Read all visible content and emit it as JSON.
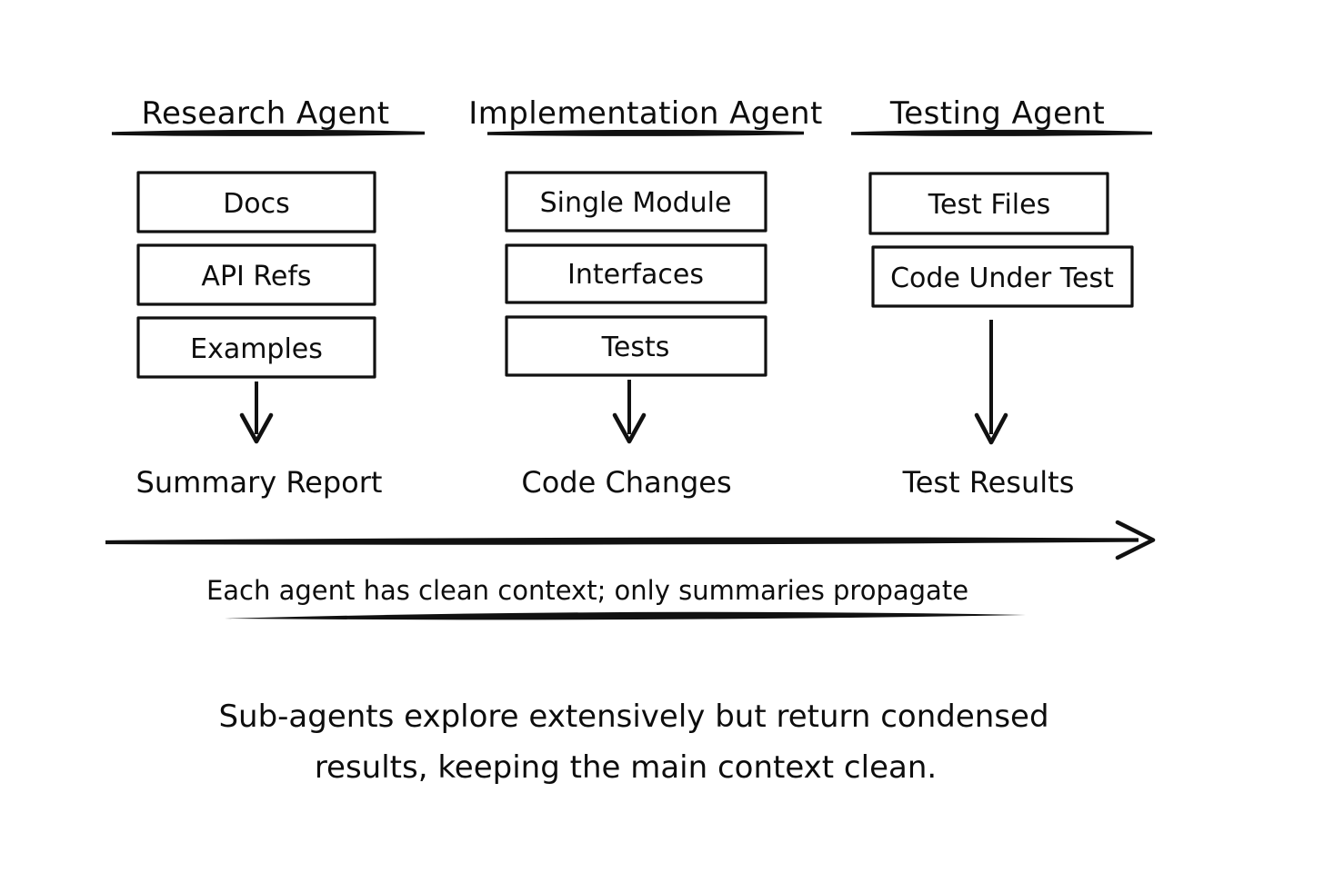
{
  "diagram": {
    "background_color": "#ffffff",
    "ink_color": "#111111",
    "columns": [
      {
        "title": "Research Agent",
        "boxes": [
          "Docs",
          "API Refs",
          "Examples"
        ],
        "output": "Summary Report"
      },
      {
        "title": "Implementation Agent",
        "boxes": [
          "Single Module",
          "Interfaces",
          "Tests"
        ],
        "output": "Code Changes"
      },
      {
        "title": "Testing Agent",
        "boxes": [
          "Test Files",
          "Code Under Test"
        ],
        "output": "Test Results"
      }
    ],
    "timeline_note": "Each agent has clean context; only summaries propagate",
    "caption_lines": [
      "Sub-agents explore extensively but return condensed",
      "results, keeping the main context clean."
    ]
  }
}
